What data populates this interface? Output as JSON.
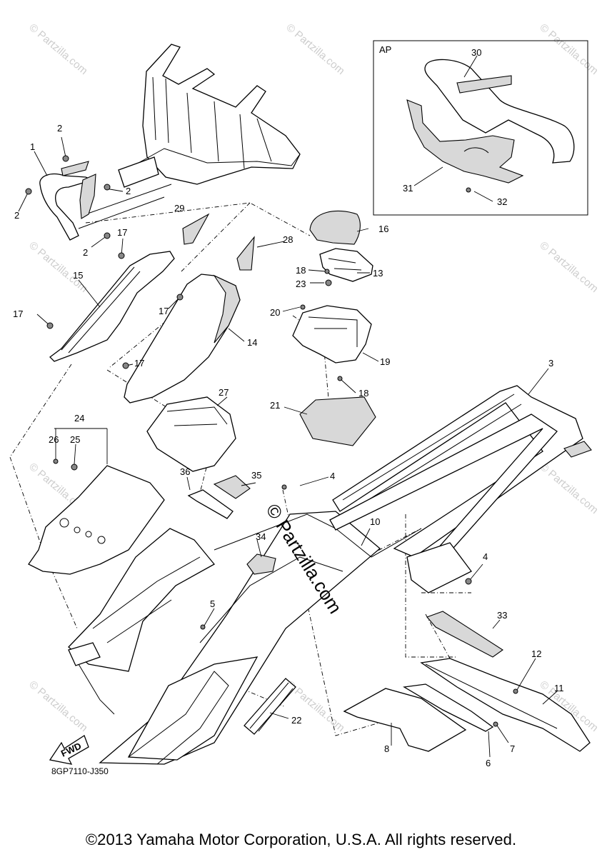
{
  "diagram": {
    "callouts": [
      "1",
      "2",
      "2",
      "2",
      "2",
      "3",
      "4",
      "4",
      "5",
      "6",
      "7",
      "8",
      "10",
      "11",
      "12",
      "13",
      "14",
      "15",
      "16",
      "17",
      "17",
      "17",
      "17",
      "18",
      "18",
      "19",
      "20",
      "21",
      "22",
      "23",
      "24",
      "25",
      "26",
      "27",
      "28",
      "29",
      "30",
      "31",
      "32",
      "33",
      "34",
      "35",
      "36"
    ],
    "inset_label": "AP",
    "fwd_label": "FWD",
    "diagram_code": "8GP7110-J350",
    "watermark": "© Partzilla.com",
    "site_mark": "© Partzilla.com"
  },
  "footer": {
    "copyright": "©2013 Yamaha Motor Corporation, U.S.A. All rights reserved."
  }
}
